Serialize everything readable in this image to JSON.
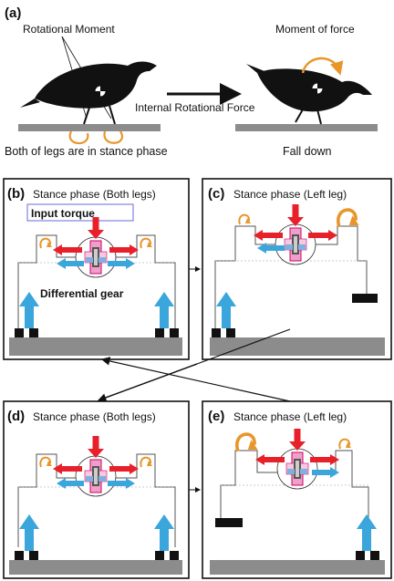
{
  "panel_a": {
    "tag": "(a)",
    "rotational_moment": "Rotational Moment",
    "moment_of_force": "Moment of force",
    "internal_force": "Internal Rotational Force",
    "both_legs_caption": "Both of legs are in stance phase",
    "fall_caption": "Fall down"
  },
  "panels": [
    {
      "tag": "(b)",
      "title": "Stance phase (Both legs)"
    },
    {
      "tag": "(c)",
      "title": "Stance phase (Left leg)"
    },
    {
      "tag": "(d)",
      "title": "Stance phase (Both legs)"
    },
    {
      "tag": "(e)",
      "title": "Stance phase (Left leg)"
    }
  ],
  "labels": {
    "input_torque": "Input torque",
    "differential_gear": "Differential gear"
  },
  "colors": {
    "red_arrow": "#e8202a",
    "blue_arrow": "#3aa6dc",
    "orange_moment": "#e8962a",
    "ground": "#8c8c8c",
    "gear_pink": "#f0a0c8",
    "gear_blue": "#7fb0e0",
    "frame": "#222222"
  }
}
